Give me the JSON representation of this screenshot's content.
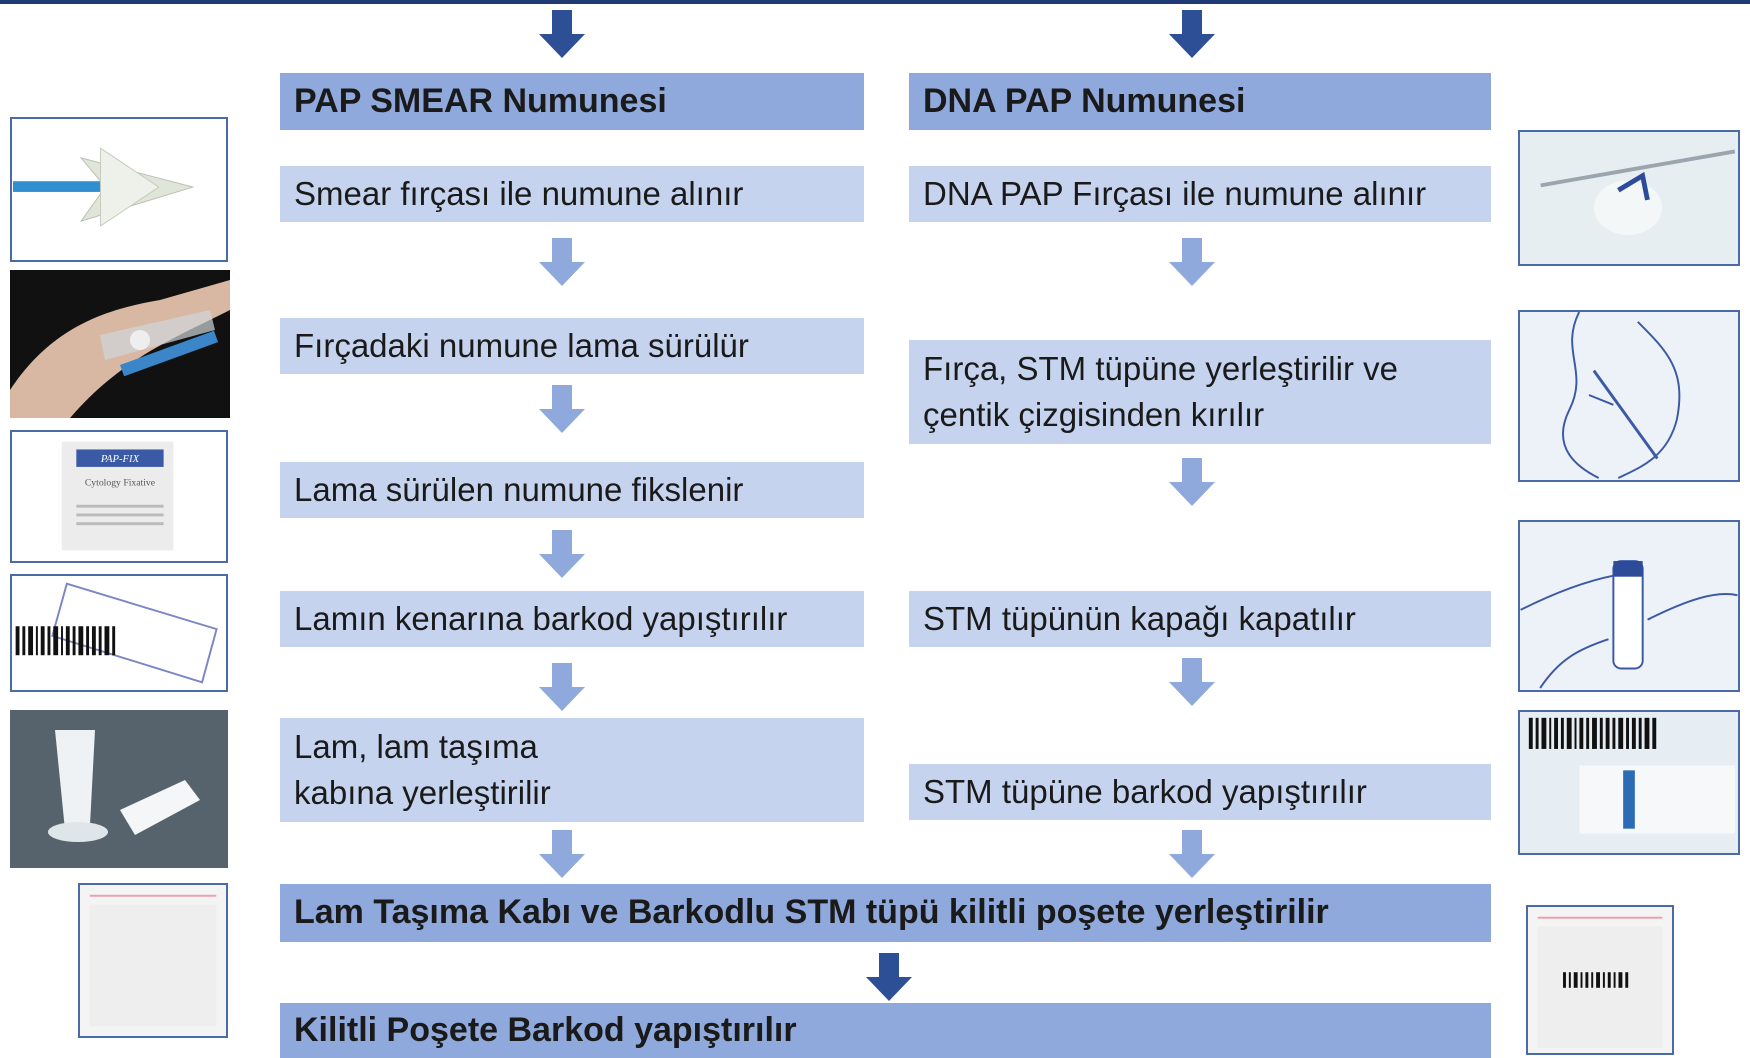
{
  "colors": {
    "header_fill": "#8fa9dc",
    "step_fill": "#c5d3ee",
    "top_arrow": "#2d4f96",
    "step_arrow": "#8fa9dc",
    "top_rule": "#1f3a73"
  },
  "left_column": {
    "header": "PAP SMEAR Numunesi",
    "steps": [
      "Smear fırçası ile numune alınır",
      "Fırçadaki numune lama sürülür",
      "Lama sürülen numune fikslenir",
      "Lamın kenarına barkod yapıştırılır",
      "Lam, lam taşıma kabına yerleştirilir"
    ]
  },
  "right_column": {
    "header": "DNA PAP Numunesi",
    "steps": [
      "DNA PAP Fırçası ile numune alınır",
      "Fırça, STM tüpüne yerleştirilir ve çentik çizgisinden kırılır",
      "STM tüpünün kapağı kapatılır",
      "STM tüpüne barkod yapıştırılır"
    ]
  },
  "merged_steps": [
    "Lam Taşıma Kabı ve Barkodlu STM tüpü kilitli poşete yerleştirilir",
    "Kilitli Poşete Barkod yapıştırılır"
  ],
  "photo_labels": {
    "fixative_brand": "PAP-FIX",
    "fixative_text": "Cytology Fixative"
  },
  "icons": [
    "smear-brush-photo",
    "smear-on-slide-photo",
    "fixative-packet-photo",
    "barcoded-slide-photo",
    "slide-carrier-photo",
    "zip-bag-photo",
    "dna-pap-brush-photo",
    "break-brush-illustration",
    "cap-tube-illustration",
    "barcoded-tube-photo",
    "barcoded-bag-photo"
  ]
}
